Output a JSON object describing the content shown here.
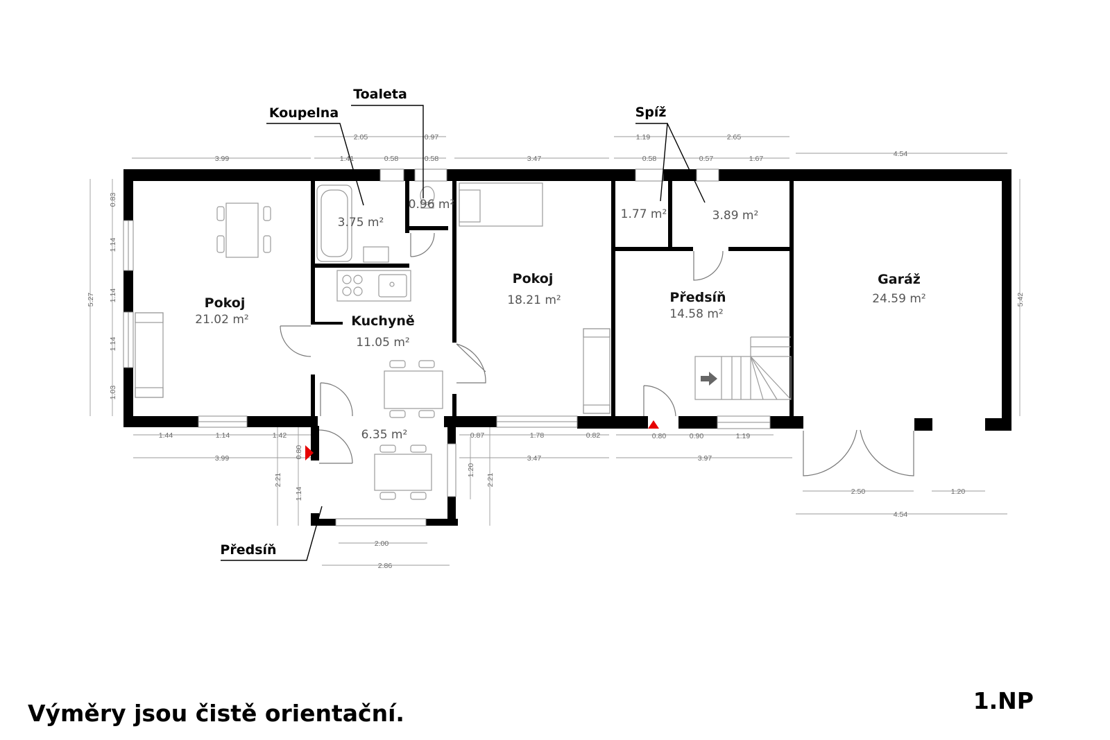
{
  "rooms": {
    "pokoj_left": {
      "name": "Pokoj",
      "area": "21.02 m²"
    },
    "koupelna": {
      "area": "3.75 m²"
    },
    "toaleta": {
      "area": "0.96 m²"
    },
    "kuchyne": {
      "name": "Kuchyně",
      "area": "11.05 m²"
    },
    "pokoj_mid": {
      "name": "Pokoj",
      "area": "18.21 m²"
    },
    "spiz_small": {
      "area": "1.77 m²"
    },
    "spiz_large": {
      "area": "3.89 m²"
    },
    "predsin_main": {
      "name": "Předsíň",
      "area": "14.58 m²"
    },
    "garaz": {
      "name": "Garáž",
      "area": "24.59 m²"
    },
    "predsin_entry": {
      "area": "6.35 m²"
    }
  },
  "callouts": {
    "toaleta": "Toaleta",
    "koupelna": "Koupelna",
    "spiz": "Spíž",
    "predsin": "Předsíň"
  },
  "dimensions": {
    "top_outer": [
      "2.05",
      "0.97",
      "1.19",
      "2.65"
    ],
    "top_inner": [
      "3.99",
      "1.41",
      "0.58",
      "0.58",
      "3.47",
      "0.58",
      "0.57",
      "1.67",
      "4.54"
    ],
    "left_inner": [
      "0.83",
      "1.14",
      "1.14",
      "1.14",
      "1.03"
    ],
    "left_outer": "5.27",
    "right": "5.42",
    "bottom_inner": [
      "1.44",
      "1.14",
      "1.42",
      "0.87",
      "1.78",
      "0.82",
      "0.80",
      "0.90",
      "1.19"
    ],
    "bottom_outer": [
      "3.99",
      "3.47",
      "3.97"
    ],
    "entry_left": [
      "0.80",
      "2.21",
      "1.14"
    ],
    "entry_right": [
      "1.20",
      "2.21"
    ],
    "entry_bottom": [
      "2.00",
      "2.86"
    ],
    "garage_bottom": [
      "2.50",
      "1.20",
      "4.54"
    ]
  },
  "footer": {
    "note": "Výměry jsou čistě orientační.",
    "floor": "1.NP"
  },
  "colors": {
    "wall": "#000000",
    "entry_marker": "#e60000",
    "dimension": "#6a6a6a"
  }
}
